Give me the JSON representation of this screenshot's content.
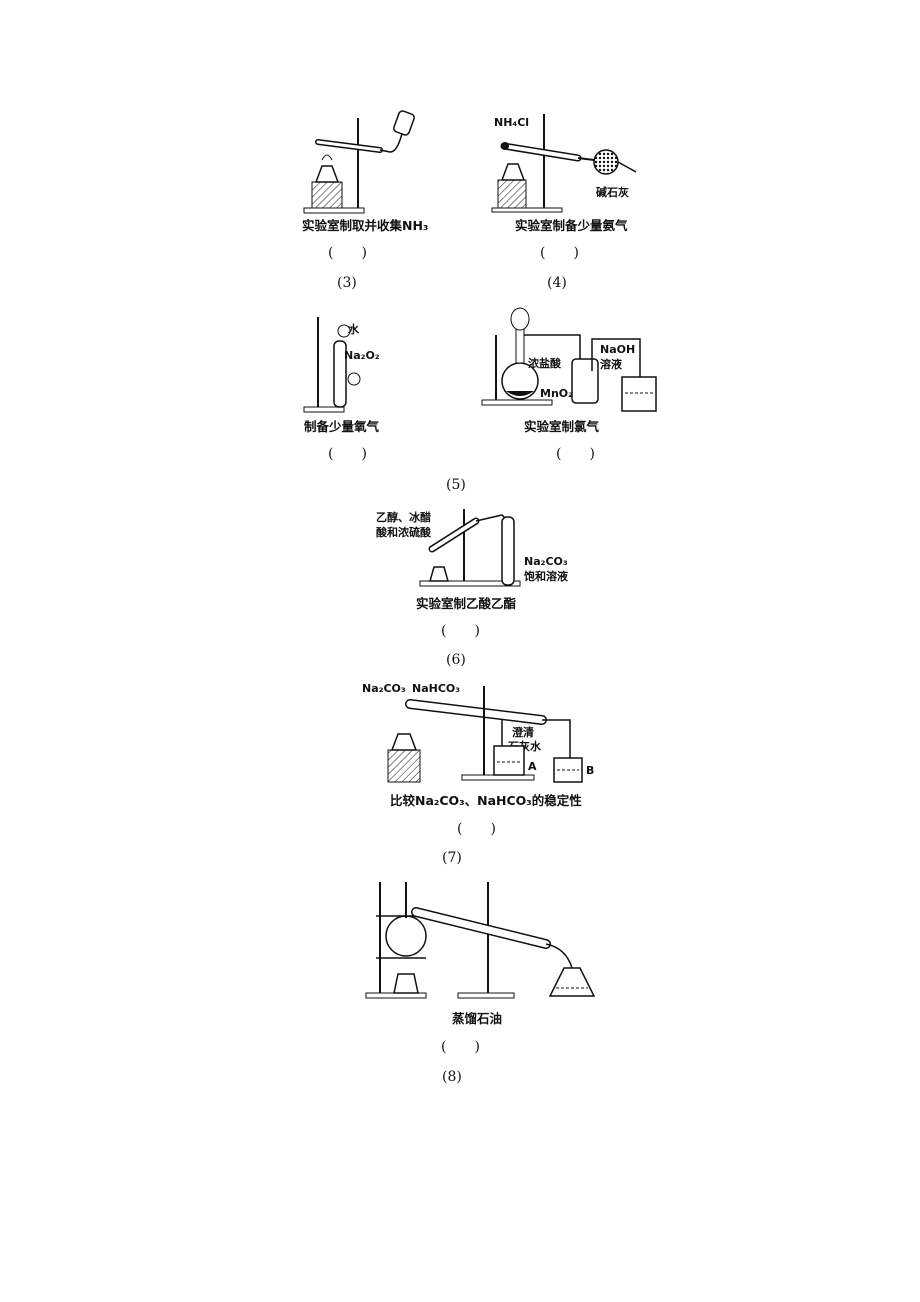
{
  "items": [
    {
      "number": "(3)",
      "captions": [
        "实验室制取并收集NH₃",
        "实验室制备少量氨气"
      ],
      "answer": "(　　)",
      "labels": {
        "nh4cl": "NH₄Cl",
        "lime": "碱石灰"
      }
    },
    {
      "number": "(5)",
      "captions": [
        "制备少量氧气",
        "实验室制氯气"
      ],
      "answer": "(　　)",
      "labels": {
        "water": "水",
        "na2o2": "Na₂O₂",
        "hcl": "浓盐酸",
        "mno2": "MnO₂",
        "naoh1": "NaOH",
        "naoh2": "溶液"
      }
    },
    {
      "number": "(6)",
      "captions": [
        "实验室制乙酸乙酯"
      ],
      "answer": "(　　)",
      "labels": {
        "r1": "乙醇、冰醋",
        "r2": "酸和浓硫酸",
        "na2co3": "Na₂CO₃",
        "sat": "饱和溶液"
      }
    },
    {
      "number": "(7)",
      "captions": [
        "比较Na₂CO₃、NaHCO₃的稳定性"
      ],
      "answer": "(　　)",
      "labels": {
        "na2co3": "Na₂CO₃",
        "nahco3": "NaHCO₃",
        "lw1": "澄清",
        "lw2": "石灰水",
        "a": "A",
        "b": "B"
      }
    },
    {
      "number": "(8)",
      "captions": [
        "蒸馏石油"
      ],
      "answer": "(　　)"
    }
  ],
  "numbers_extra": {
    "n4": "(4)"
  }
}
